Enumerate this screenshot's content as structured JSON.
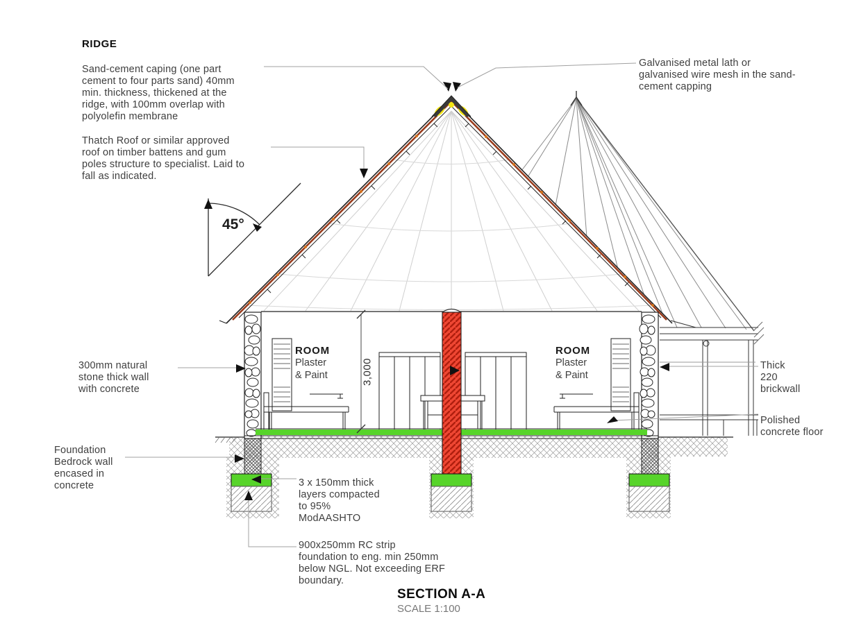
{
  "drawing": {
    "title": "SECTION A-A",
    "scale": "SCALE 1:100",
    "angle_label": "45°",
    "dimension_label": "3,000"
  },
  "annotations": {
    "ridge": {
      "title": "RIDGE",
      "body": "Sand-cement caping (one part\ncement to four parts sand) 40mm\nmin. thickness, thickened at the\nridge, with 100mm overlap with\npolyolefin membrane"
    },
    "thatch": {
      "body": "Thatch Roof or similar approved\nroof on timber battens and gum\npoles structure to specialist. Laid to\nfall as indicated."
    },
    "galvanised": {
      "body": "Galvanised metal lath or\ngalvanised wire mesh  in the sand-\ncement capping"
    },
    "stone_wall": {
      "body": "300mm natural\nstone thick wall\nwith concrete"
    },
    "foundation": {
      "body": "Foundation\nBedrock wall\nencased in\nconcrete"
    },
    "layers": {
      "body": "3 x 150mm thick\nlayers compacted\nto 95%\nModAASHTO"
    },
    "strip_foundation": {
      "body": "900x250mm RC strip\nfoundation to eng. min 250mm\nbelow NGL. Not exceeding ERF\nboundary."
    },
    "brickwall": {
      "body": "Thick\n220\nbrickwall"
    },
    "floor": {
      "body": "Polished\nconcrete floor"
    },
    "room_left": {
      "title": "ROOM",
      "body": "Plaster\n& Paint"
    },
    "room_right": {
      "title": "ROOM",
      "body": "Plaster\n& Paint"
    }
  },
  "colors": {
    "floor_green": "#57d42a",
    "column_red": "#ef4733",
    "ridge_yellow": "#f2e414",
    "roof_line_brown": "#9a3c1c",
    "text_gray": "#3e3e3e"
  }
}
